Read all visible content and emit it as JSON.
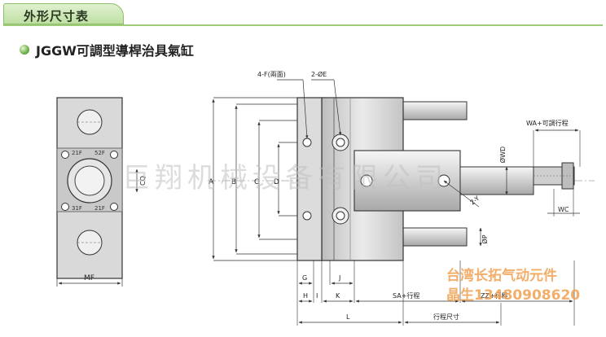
{
  "header": {
    "tab_title": "外形尺寸表",
    "section_title": "JGGW可調型導桿治具氣缸"
  },
  "labels": {
    "mf": "MF",
    "cq": "CQ",
    "a": "A",
    "b": "B",
    "c": "C",
    "d": "D",
    "f": "4-F(兩面)",
    "e": "2-ØE",
    "g": "G",
    "h": "H",
    "i": "I",
    "j": "J",
    "k": "K",
    "sa": "SA+行程",
    "zz": "ZZ+行程",
    "l": "L",
    "stroke": "行程尺寸",
    "wa": "WA+可調行程",
    "wd": "ØWD",
    "wc": "WC",
    "y": "2-Y",
    "p": "ØP",
    "face_tl": "21F",
    "face_tr": "52F",
    "face_bl": "31F",
    "face_br": "21F"
  },
  "watermarks": {
    "company": "巨翔机械设备有限公司",
    "line1": "台湾长拓气动元件",
    "line2": "晶生13480908620"
  },
  "colors": {
    "accent_green": "#9ccc77",
    "watermark_red": "#e03020",
    "watermark_orange": "#f0a050",
    "body_gray": "#d8d8d8"
  }
}
